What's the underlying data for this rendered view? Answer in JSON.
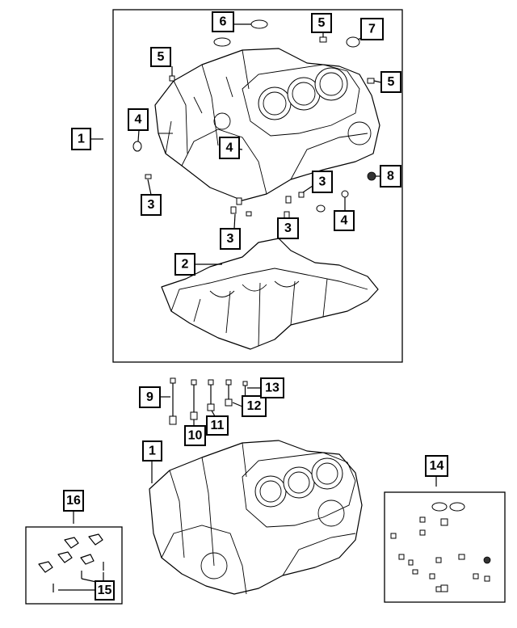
{
  "callouts": [
    {
      "id": "c1a",
      "label": "1"
    },
    {
      "id": "c2",
      "label": "2"
    },
    {
      "id": "c3a",
      "label": "3"
    },
    {
      "id": "c3b",
      "label": "3"
    },
    {
      "id": "c3c",
      "label": "3"
    },
    {
      "id": "c3d",
      "label": "3"
    },
    {
      "id": "c4a",
      "label": "4"
    },
    {
      "id": "c4b",
      "label": "4"
    },
    {
      "id": "c4c",
      "label": "4"
    },
    {
      "id": "c5a",
      "label": "5"
    },
    {
      "id": "c5b",
      "label": "5"
    },
    {
      "id": "c5c",
      "label": "5"
    },
    {
      "id": "c6",
      "label": "6"
    },
    {
      "id": "c7",
      "label": "7"
    },
    {
      "id": "c8",
      "label": "8"
    },
    {
      "id": "c9",
      "label": "9"
    },
    {
      "id": "c10",
      "label": "10"
    },
    {
      "id": "c11",
      "label": "11"
    },
    {
      "id": "c12",
      "label": "12"
    },
    {
      "id": "c13",
      "label": "13"
    },
    {
      "id": "c1b",
      "label": "1"
    },
    {
      "id": "c14",
      "label": "14"
    },
    {
      "id": "c15",
      "label": "15"
    },
    {
      "id": "c16",
      "label": "16"
    }
  ]
}
